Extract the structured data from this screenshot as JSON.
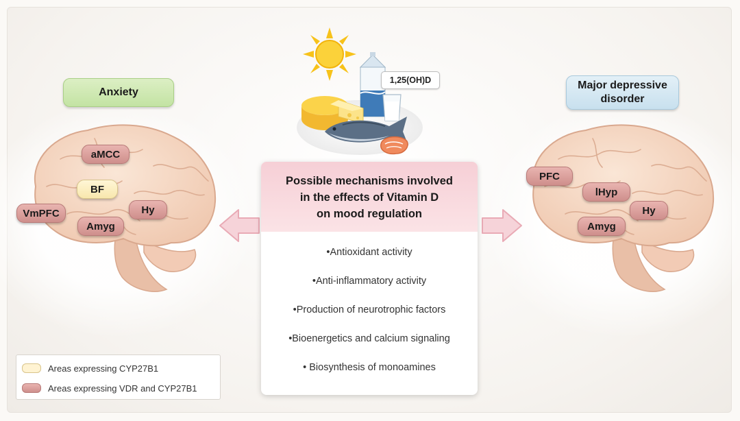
{
  "disorders": {
    "anxiety": "Anxiety",
    "mdd_line1": "Major depressive",
    "mdd_line2": "disorder"
  },
  "anxiety_regions": [
    {
      "label": "aMCC",
      "type": "vdr"
    },
    {
      "label": "BF",
      "type": "cyp"
    },
    {
      "label": "VmPFC",
      "type": "vdr"
    },
    {
      "label": "Hy",
      "type": "vdr"
    },
    {
      "label": "Amyg",
      "type": "vdr"
    }
  ],
  "mdd_regions": [
    {
      "label": "PFC",
      "type": "vdr"
    },
    {
      "label": "lHyp",
      "type": "vdr"
    },
    {
      "label": "Hy",
      "type": "vdr"
    },
    {
      "label": "Amyg",
      "type": "vdr"
    }
  ],
  "vitamin_tag": "1,25(OH)D",
  "center": {
    "title_line1": "Possible mechanisms involved",
    "title_line2": "in the effects of Vitamin D",
    "title_line3": "on mood regulation",
    "mechanisms": [
      "•Antioxidant activity",
      "•Anti-inflammatory activity",
      "•Production of neurotrophic factors",
      "•Bioenergetics and calcium signaling",
      "•  Biosynthesis of monoamines"
    ]
  },
  "legend": {
    "cyp_label": "Areas expressing CYP27B1",
    "vdr_label": "Areas expressing VDR  and CYP27B1"
  },
  "colors": {
    "vdr_fill": "#d99e9b",
    "cyp_fill": "#fbefc3",
    "anxiety_fill": "#cfe8b3",
    "mdd_fill": "#d6e8f2",
    "center_header": "#f8d6dc",
    "brain": "#f6d9c4",
    "arrow": "#f4c7cf"
  },
  "icons": [
    "sun-icon",
    "milk-carton-icon",
    "cheese-icon",
    "milk-glass-icon",
    "fish-icon",
    "salmon-steak-icon",
    "brain-icon",
    "arrow-left-icon",
    "arrow-right-icon"
  ]
}
